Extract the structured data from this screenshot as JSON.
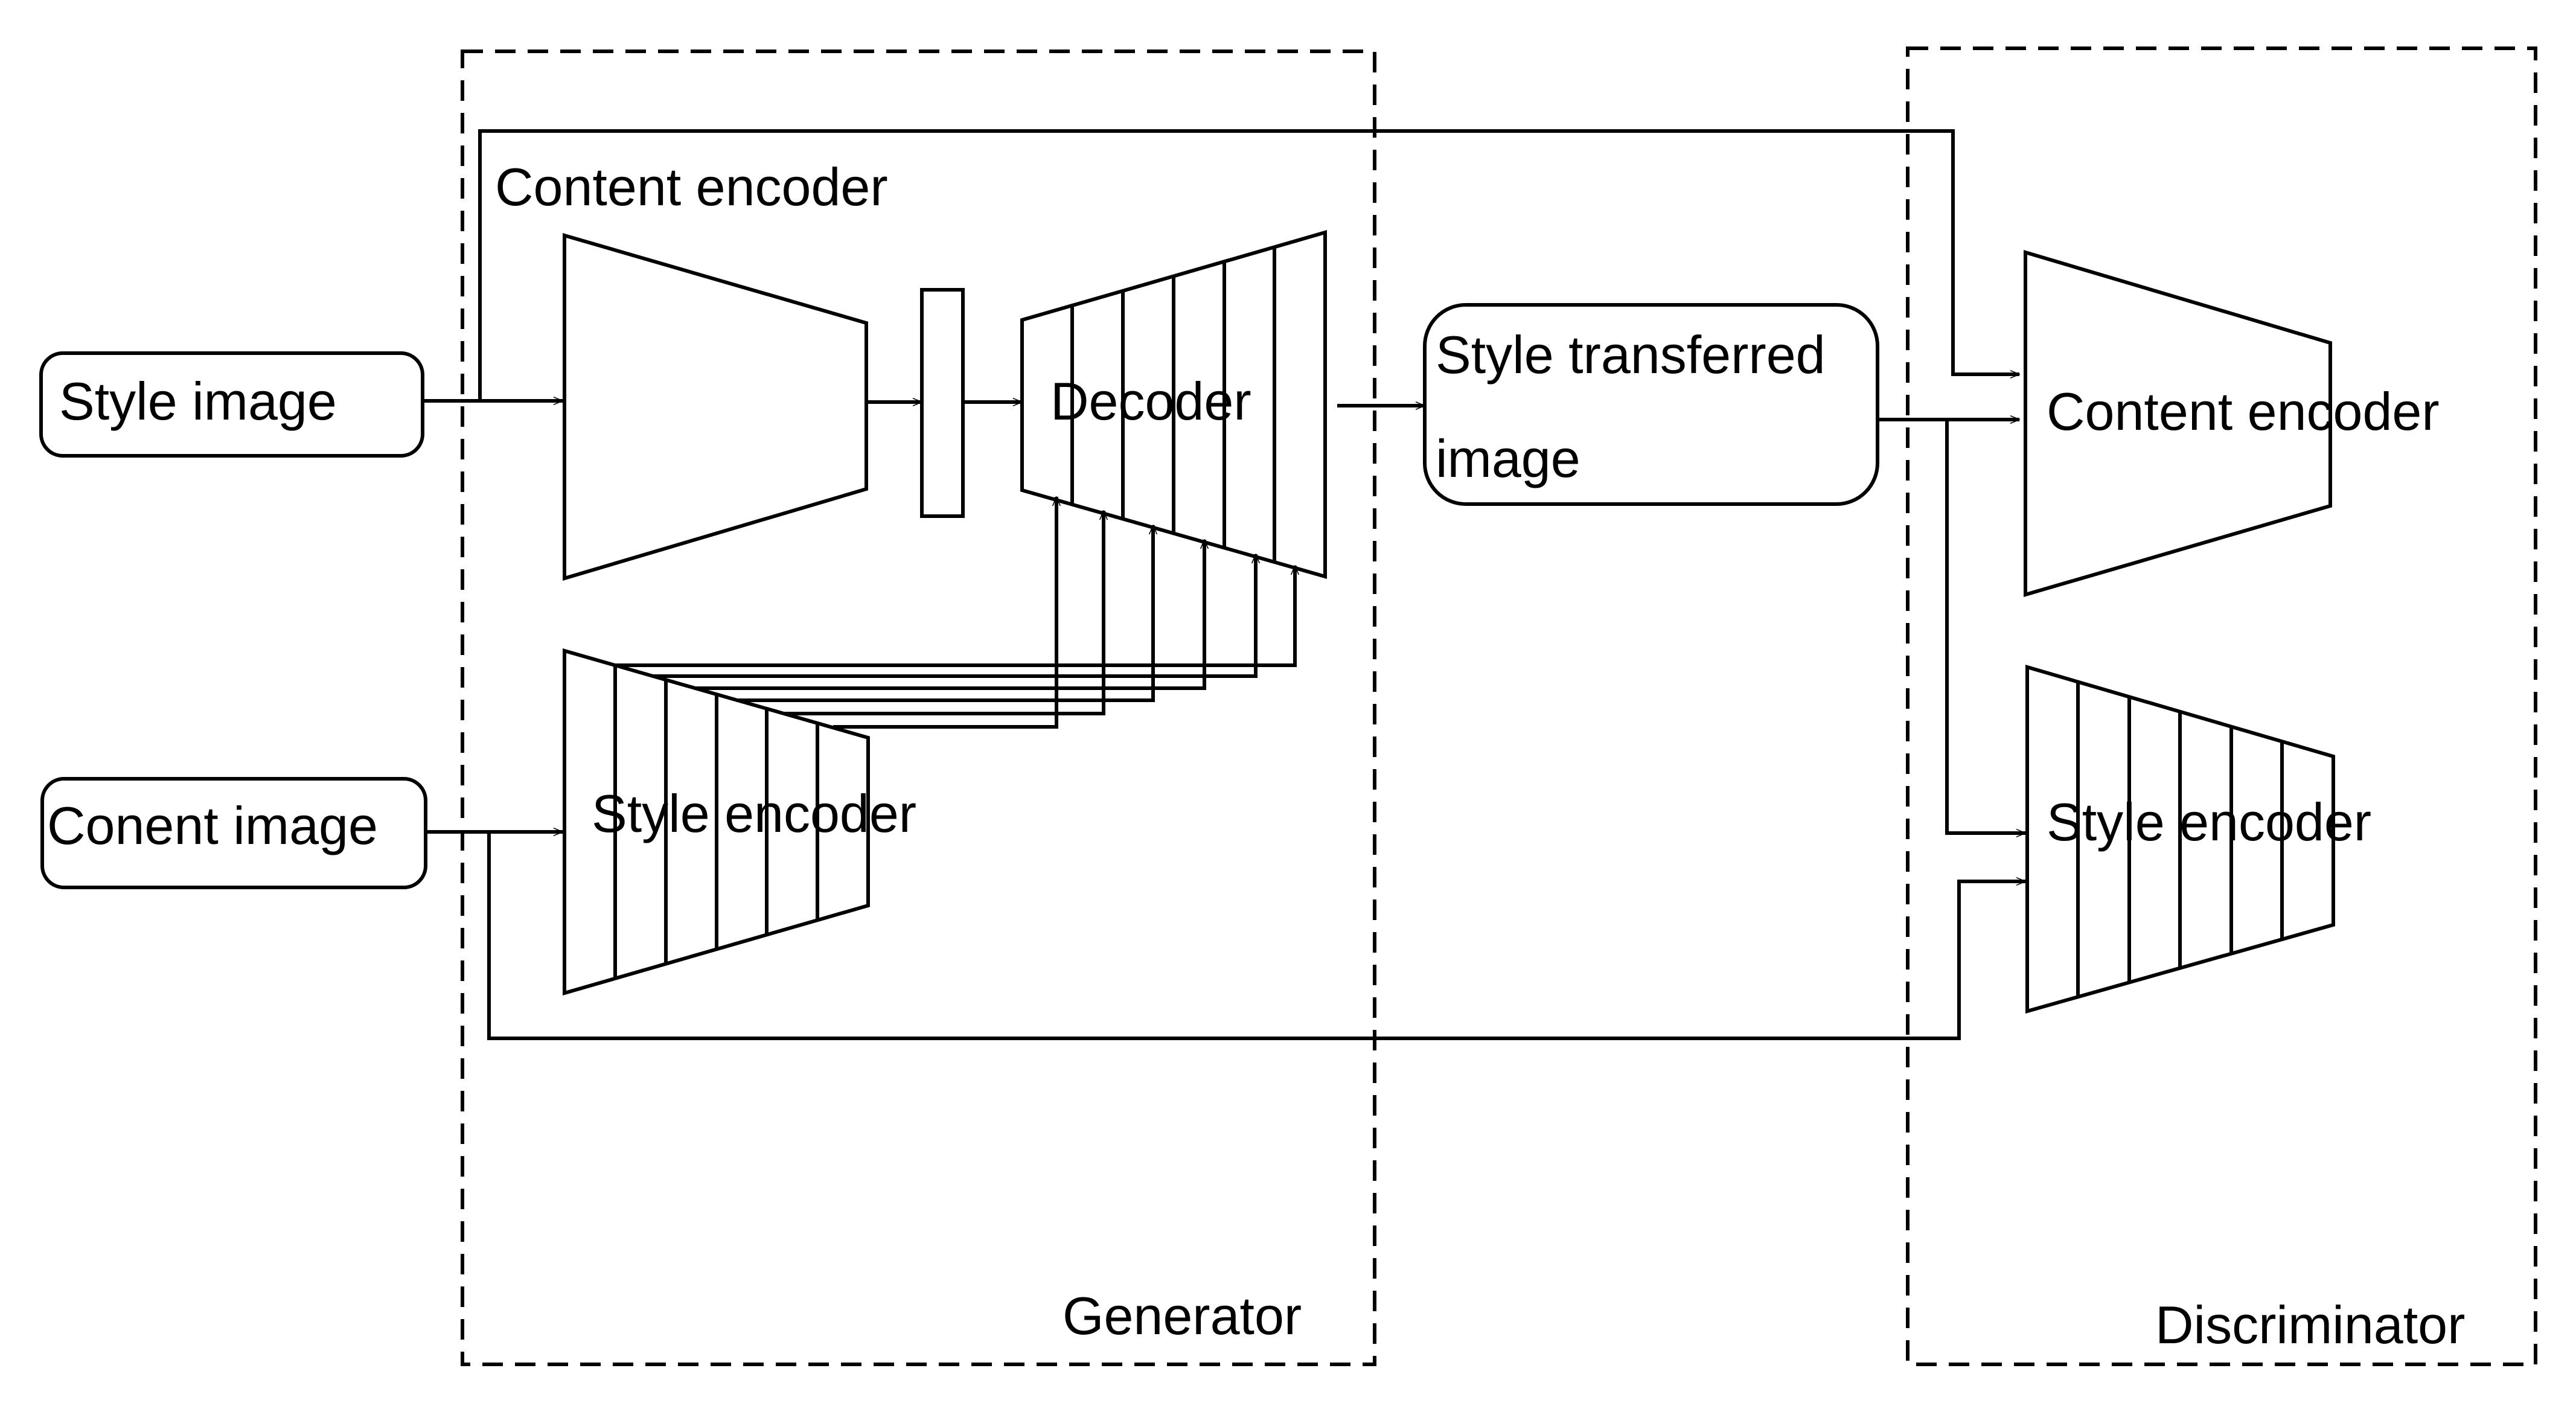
{
  "labels": {
    "style_image": "Style image",
    "content_image": "Conent image",
    "content_encoder_gen": "Content encoder",
    "style_encoder_gen": "Style encoder",
    "decoder": "Decoder",
    "style_transferred_line1": "Style transferred",
    "style_transferred_line2": "image",
    "content_encoder_disc": "Content encoder",
    "style_encoder_disc": "Style encoder",
    "generator": "Generator",
    "discriminator": "Discriminator"
  },
  "colors": {
    "stroke": "#000000",
    "background": "#ffffff"
  }
}
